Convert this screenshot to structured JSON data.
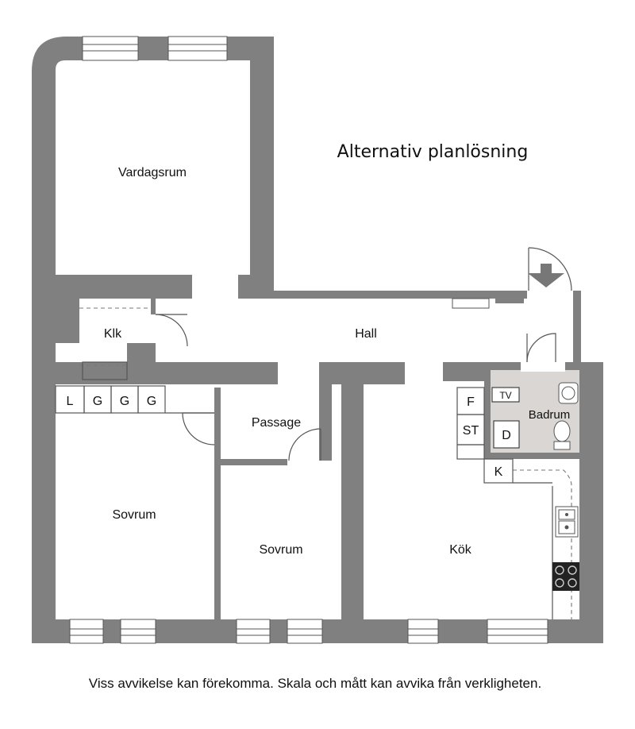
{
  "title": "Alternativ planlösning",
  "disclaimer": "Viss avvikelse kan förekomma. Skala och mått kan avvika från verkligheten.",
  "rooms": {
    "vardagsrum": "Vardagsrum",
    "klk": "Klk",
    "hall": "Hall",
    "passage": "Passage",
    "sovrum_1": "Sovrum",
    "sovrum_2": "Sovrum",
    "kok": "Kök",
    "badrum": "Badrum"
  },
  "closets": {
    "l": "L",
    "g1": "G",
    "g2": "G",
    "g3": "G",
    "f": "F",
    "st": "ST",
    "k": "K"
  },
  "appliances": {
    "tv": "TV",
    "d": "D"
  },
  "icons": [
    "entrance-arrow-icon",
    "sink-icon",
    "stove-icon",
    "toilet-icon",
    "washbasin-icon"
  ],
  "colors": {
    "wall": "#808080",
    "bathroom_floor": "#d9d6d3"
  }
}
